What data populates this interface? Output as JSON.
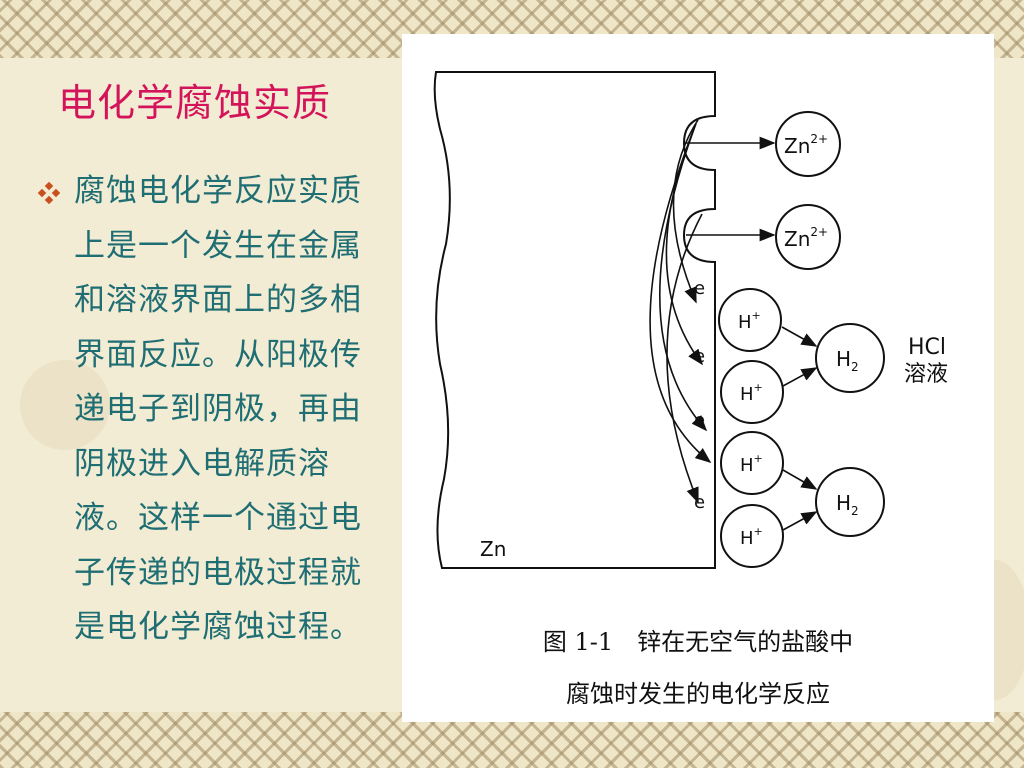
{
  "slide": {
    "title": "电化学腐蚀实质",
    "bullet_text": "腐蚀电化学反应实质上是一个发生在金属和溶液界面上的多相界面反应。从阳极传递电子到阴极，再由阴极进入电解质溶液。这样一个通过电子传递的电极过程就是电化学腐蚀过程。",
    "colors": {
      "title": "#d4145a",
      "body": "#1f6e73",
      "bullet": "#c8501e"
    }
  },
  "figure": {
    "zn_label": "Zn",
    "zn2_ions": [
      "Zn2+",
      "Zn2+"
    ],
    "zn_base": "Zn",
    "zn_sup": "2+",
    "electron_label": "e",
    "h_base": "H",
    "h_sup": "+",
    "h2_base": "H",
    "h2_sub": "2",
    "solution_line1": "HCl",
    "solution_line2": "溶液",
    "caption_line1": "图 1-1　锌在无空气的盐酸中",
    "caption_line2": "腐蚀时发生的电化学反应"
  }
}
